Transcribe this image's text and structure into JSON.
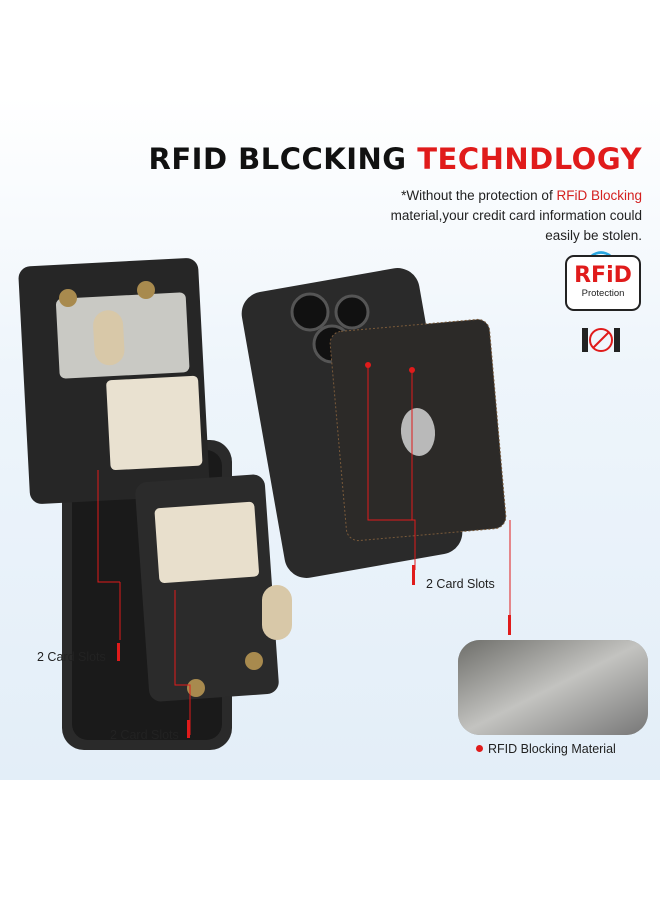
{
  "title": {
    "part1": "RFID BLCCKING",
    "part2": "TECHNDLOGY"
  },
  "note": {
    "prefix": "*Without the protection of",
    "highlight": "RFiD Blocking",
    "line2": "material,your credit card information could",
    "line3": "easily be stolen."
  },
  "badge": {
    "big": "RFiD",
    "small": "Protection"
  },
  "callouts": {
    "left_top": "2 Card Slots",
    "left_bottom": "2 Card Slots",
    "right": "2 Card Slots",
    "material": "RFID Blocking Material"
  },
  "colors": {
    "accent": "#e01b1b",
    "case": "#1e1e1e",
    "background": "#e3eef8"
  }
}
